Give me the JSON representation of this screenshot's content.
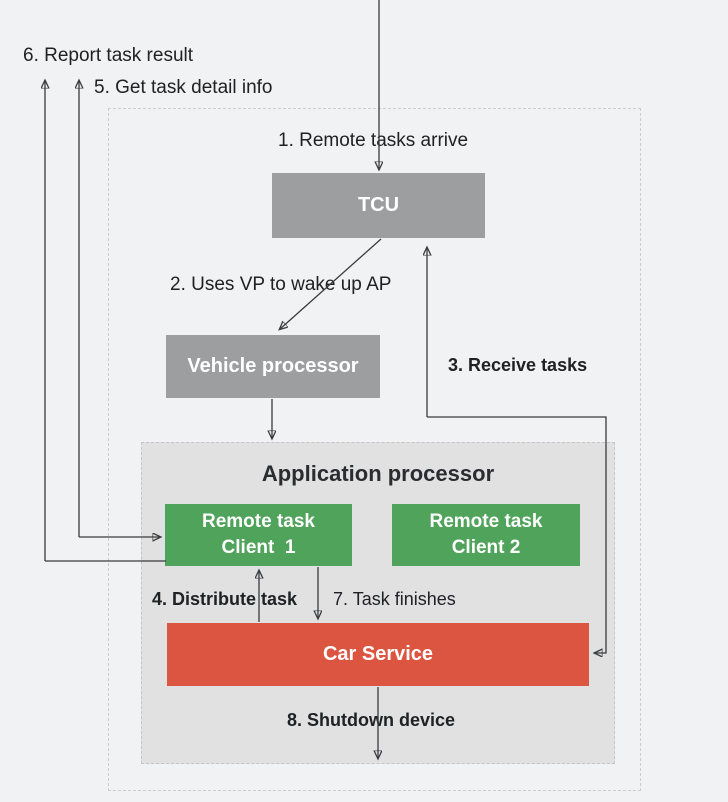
{
  "nodes": {
    "tcu": {
      "label": "TCU"
    },
    "vehicle_processor": {
      "label": "Vehicle processor"
    },
    "application_processor": {
      "label": "Application processor"
    },
    "remote_task_client_1": {
      "label": "Remote task\nClient  1"
    },
    "remote_task_client_2": {
      "label": "Remote task\nClient 2"
    },
    "car_service": {
      "label": "Car Service"
    }
  },
  "steps": {
    "step1": {
      "label": "1. Remote tasks arrive"
    },
    "step2": {
      "label": "2. Uses VP to wake up AP"
    },
    "step3": {
      "label": "3. Receive tasks"
    },
    "step4": {
      "label": "4. Distribute task"
    },
    "step5": {
      "label": "5. Get task detail info"
    },
    "step6": {
      "label": "6. Report task result"
    },
    "step7": {
      "label": "7. Task finishes"
    },
    "step8": {
      "label": "8. Shutdown device"
    }
  },
  "colors": {
    "background": "#F1F2F4",
    "gray_box": "#9D9EA0",
    "green_box": "#4FA35A",
    "red_box": "#DB5540",
    "application_processor_fill": "#E1E1E2",
    "dashed_border": "#CBCCCF",
    "text_dark": "#202124",
    "connector_line": "#3A3B3D"
  }
}
